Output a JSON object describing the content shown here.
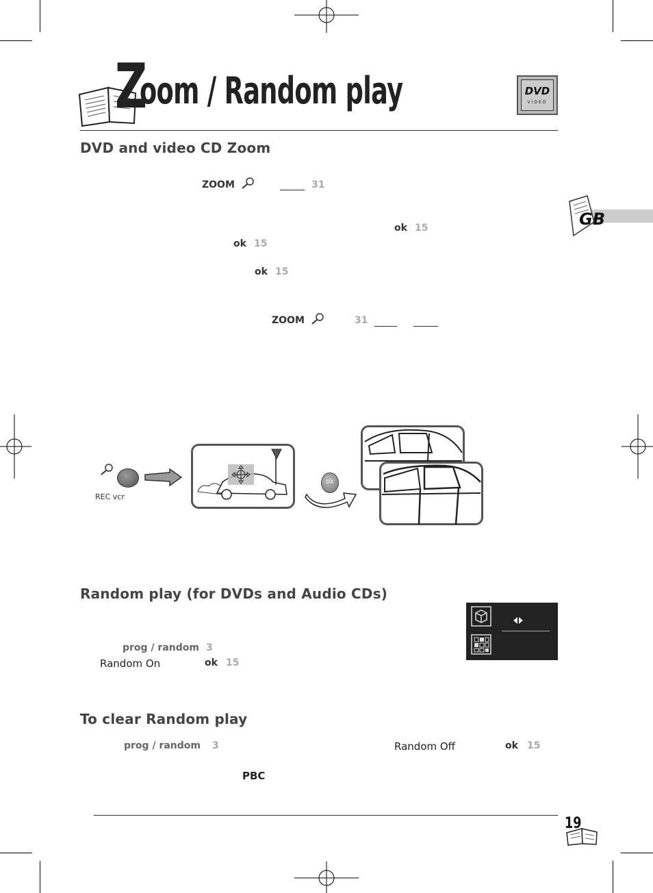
{
  "page": {
    "title_initial": "Z",
    "title_rest": "oom / Random play",
    "page_number": "19",
    "language_tab": "GB",
    "dvd_logo_text": "DVD",
    "dvd_logo_sub": "VIDEO"
  },
  "section_zoom": {
    "heading": "DVD and video CD Zoom",
    "zoom_label_1": "ZOOM",
    "ref_1": "31",
    "ok_label_1": "ok",
    "ref_ok_1": "15",
    "ok_label_2": "ok",
    "ref_ok_2": "15",
    "ok_label_3": "ok",
    "ref_ok_3": "15",
    "zoom_label_2": "ZOOM",
    "ref_2": "31",
    "diagram": {
      "rec_label": "REC vcr",
      "ok_button": "ok"
    }
  },
  "section_random": {
    "heading": "Random play (for DVDs and Audio CDs)",
    "prog_label": "prog / random",
    "prog_ref": "3",
    "random_on": "Random On",
    "ok_label": "ok",
    "ok_ref": "15"
  },
  "section_clear": {
    "heading": "To clear Random play",
    "prog_label": "prog  /  random",
    "prog_ref": "3",
    "random_off": "Random  Off",
    "ok_label": "ok",
    "ok_ref": "15",
    "pbc_label": "PBC"
  },
  "colors": {
    "text": "#222222",
    "reference_grey": "#aaaaaa",
    "heading": "#444444",
    "osd_background": "#222222",
    "tab_grey": "#cccccc"
  }
}
